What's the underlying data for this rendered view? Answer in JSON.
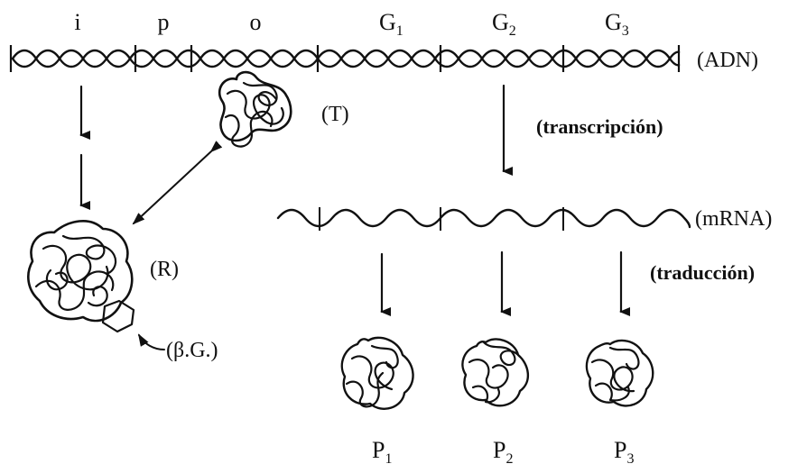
{
  "genes": [
    {
      "label": "i"
    },
    {
      "label": "p"
    },
    {
      "label": "o"
    },
    {
      "label": "G",
      "sub": "1"
    },
    {
      "label": "G",
      "sub": "2"
    },
    {
      "label": "G",
      "sub": "3"
    }
  ],
  "labels": {
    "adn": "(ADN)",
    "t": "(T)",
    "r": "(R)",
    "bg": "(β.G.)",
    "transcripcion": "(transcripción)",
    "mrna": "(mRNA)",
    "traduccion": "(traducción)"
  },
  "proteins": [
    {
      "label": "P",
      "sub": "1"
    },
    {
      "label": "P",
      "sub": "2"
    },
    {
      "label": "P",
      "sub": "3"
    }
  ]
}
